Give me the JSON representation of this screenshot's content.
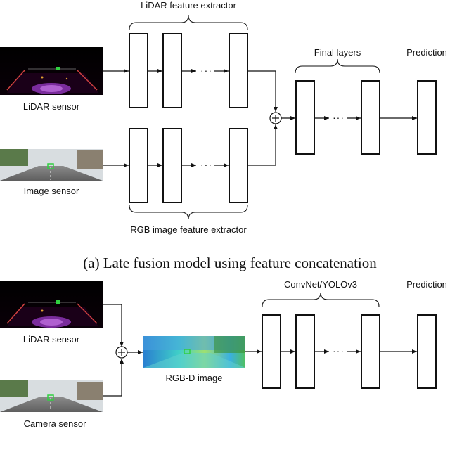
{
  "top": {
    "lidar_extractor_label": "LiDAR feature extractor",
    "rgb_extractor_label": "RGB image feature extractor",
    "final_layers_label": "Final layers",
    "prediction_label": "Prediction",
    "lidar_sensor_label": "LiDAR sensor",
    "image_sensor_label": "Image sensor",
    "caption": "(a) Late fusion model using feature concatenation"
  },
  "bottom": {
    "network_label": "ConvNet/YOLOv3",
    "prediction_label": "Prediction",
    "lidar_sensor_label": "LiDAR sensor",
    "camera_sensor_label": "Camera sensor",
    "rgbd_label": "RGB-D image"
  },
  "symbols": {
    "ellipsis": "···",
    "fusion": "⊕"
  },
  "icons": {
    "fusion_node": "circle-plus-icon"
  }
}
